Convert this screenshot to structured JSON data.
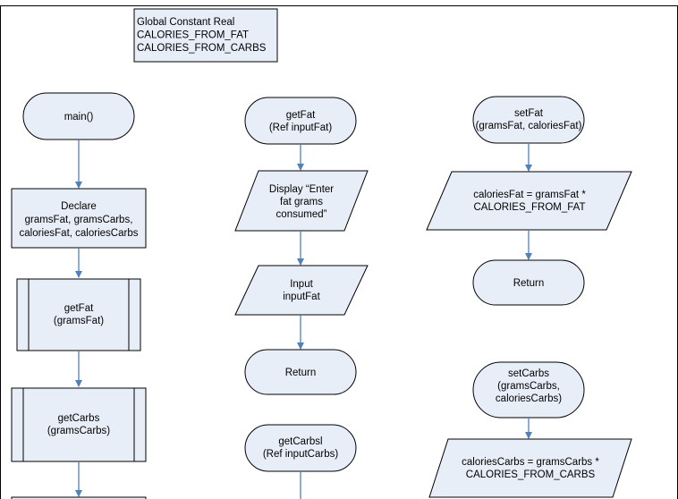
{
  "globals": {
    "lines": [
      "Global Constant Real",
      "CALORIES_FROM_FAT",
      "CALORIES_FROM_CARBS"
    ]
  },
  "main_col": {
    "start": [
      "main()"
    ],
    "declare": [
      "Declare",
      "gramsFat, gramsCarbs,",
      "caloriesFat, caloriesCarbs"
    ],
    "call_getfat": [
      "getFat",
      "(gramsFat)"
    ],
    "call_getcarbs": [
      "getCarbs",
      "(gramsCarbs)"
    ]
  },
  "getfat_col": {
    "start": [
      "getFat",
      "(Ref inputFat)"
    ],
    "display": [
      "Display “Enter",
      "fat grams",
      "consumed”"
    ],
    "input": [
      "Input",
      "inputFat"
    ],
    "return": [
      "Return"
    ],
    "getcarbs_start": [
      "getCarbsl",
      "(Ref inputCarbs)"
    ]
  },
  "setfat_col": {
    "start": [
      "setFat",
      "(gramsFat, caloriesFat)"
    ],
    "calc": [
      "caloriesFat = gramsFat *",
      "CALORIES_FROM_FAT"
    ],
    "return": [
      "Return"
    ],
    "setcarbs_start": [
      "setCarbs",
      "(gramsCarbs,",
      "caloriesCarbs)"
    ],
    "setcarbs_calc": [
      "caloriesCarbs = gramsCarbs *",
      "CALORIES_FROM_CARBS"
    ]
  },
  "colors": {
    "shape_fill": "#e8eef8",
    "arrow": "#4f81bd",
    "stroke": "#000000"
  }
}
